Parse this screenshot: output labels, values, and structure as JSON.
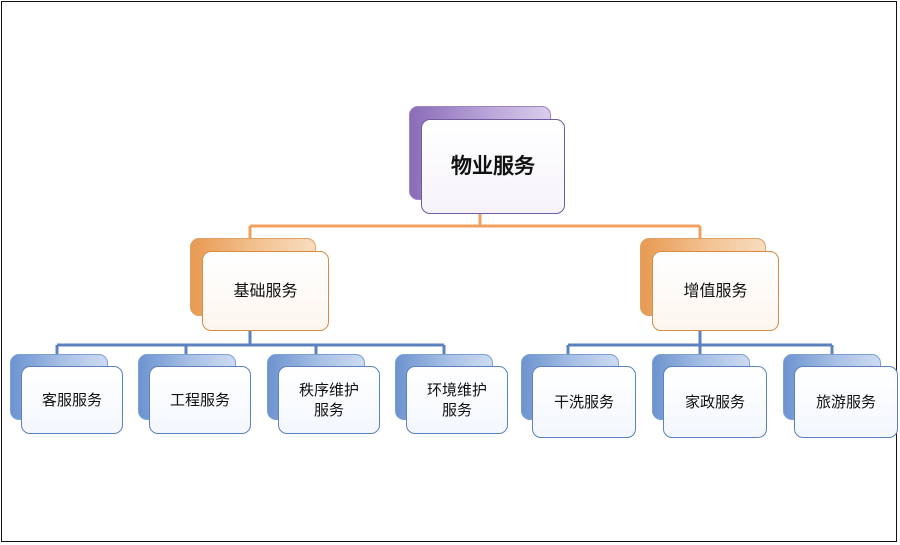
{
  "diagram": {
    "root": {
      "label": "物业服务"
    },
    "groups": [
      {
        "label": "基础服务",
        "children": [
          "客服服务",
          "工程服务",
          "秩序维护\n服务",
          "环境维护\n服务"
        ]
      },
      {
        "label": "增值服务",
        "children": [
          "干洗服务",
          "家政服务",
          "旅游服务"
        ]
      }
    ]
  },
  "colors": {
    "root_border": "#6f5c9e",
    "level1_border": "#d98c45",
    "level2_border": "#5b82bf",
    "connector_orange": "#f0a060",
    "connector_blue": "#5b82bf"
  }
}
